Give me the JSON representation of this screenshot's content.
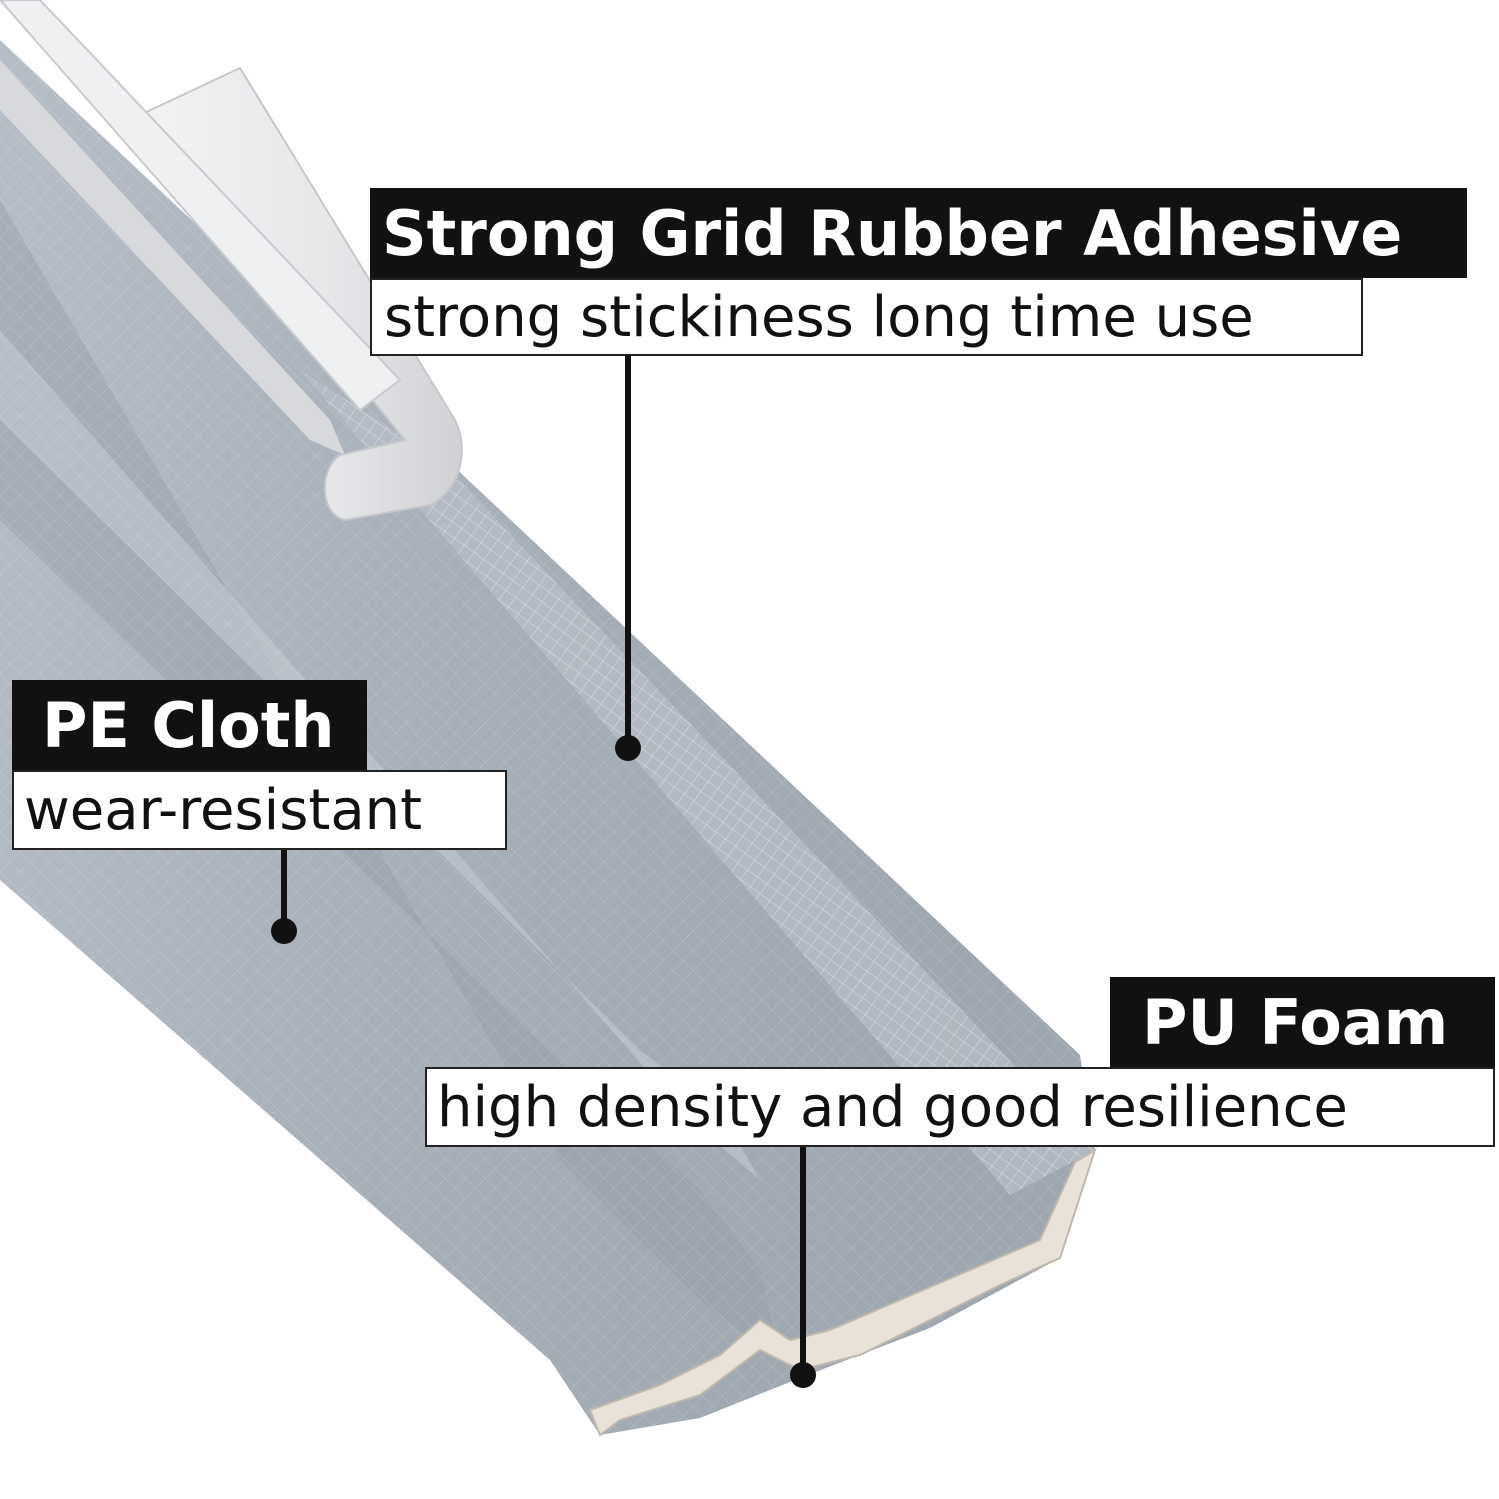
{
  "colors": {
    "strip_face": "#a9b1bb",
    "strip_shadow": "#8e96a1",
    "strip_highlight": "#c3c9d0",
    "tape_liner": "#e9eaec",
    "foam": "#e8e2d9",
    "label_bg": "#111111",
    "label_text": "#ffffff",
    "leader": "#111111"
  },
  "callouts": {
    "adhesive": {
      "title": "Strong Grid Rubber Adhesive",
      "subtitle": "strong stickiness long time use",
      "icon": "leader-dot-icon"
    },
    "pe_cloth": {
      "title": "PE Cloth",
      "subtitle": "wear-resistant",
      "icon": "leader-dot-icon"
    },
    "pu_foam": {
      "title": "PU Foam",
      "subtitle": "high density and good resilience",
      "icon": "leader-dot-icon"
    }
  }
}
